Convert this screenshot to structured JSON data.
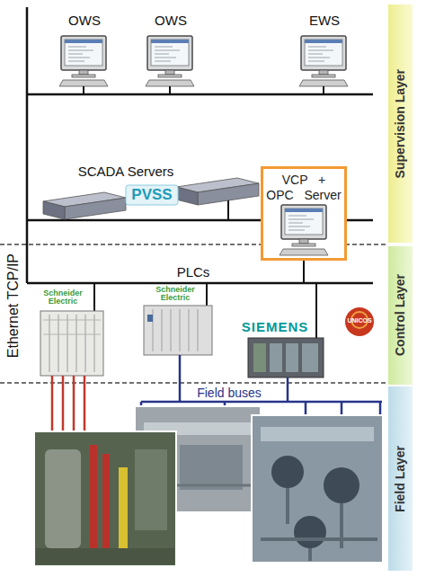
{
  "diagram": {
    "nodes": [
      {
        "text": [
          "Supervision Layer"
        ]
      },
      {
        "text": [
          "VCP + OPC Server"
        ]
      },
      {
        "text": [
          "Control Layer"
        ]
      },
      {
        "text": [
          "Field Layer"
        ]
      }
    ],
    "labels": [
      "OWS",
      "OWS",
      "EWS",
      "SCADA Servers",
      "PVSS",
      "PLCs",
      "Schneider Electric",
      "Schneider Electric",
      "SIEMENS",
      "UNICOS",
      "Field buses",
      "Ethernet TCP/IP"
    ]
  }
}
